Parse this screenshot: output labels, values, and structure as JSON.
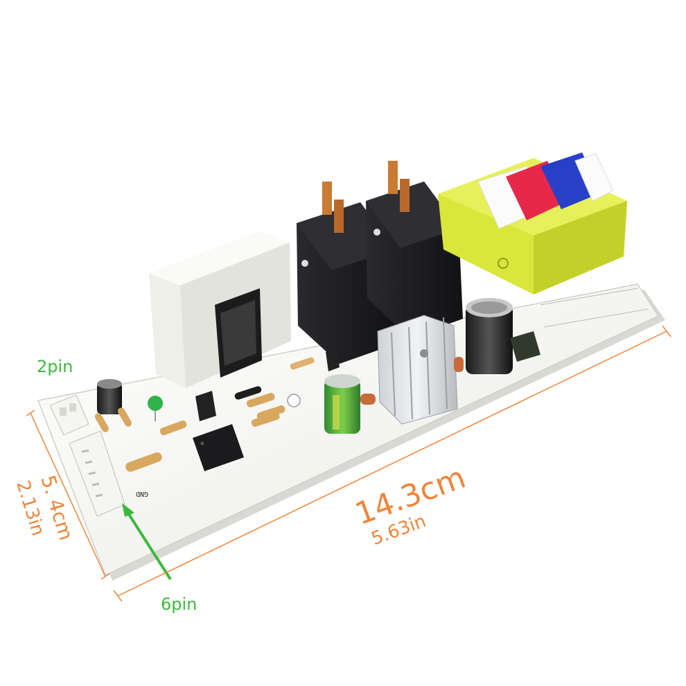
{
  "labels": {
    "connector_small": "2pin",
    "connector_large": "6pin",
    "length_cm": "14.3cm",
    "length_in": "5.63in",
    "width_cm": "5. 4cm",
    "width_in": "2.13in"
  },
  "silkscreen": {
    "gnd": "GND"
  },
  "colors": {
    "label_green": "#3cb93c",
    "dimension_orange": "#f0853a",
    "pcb_white": "#f6f6f2",
    "relay_black": "#1f1f22",
    "transformer_yellow": "#d9e63a",
    "coil_red": "#e8284a",
    "coil_blue": "#2840c8"
  }
}
